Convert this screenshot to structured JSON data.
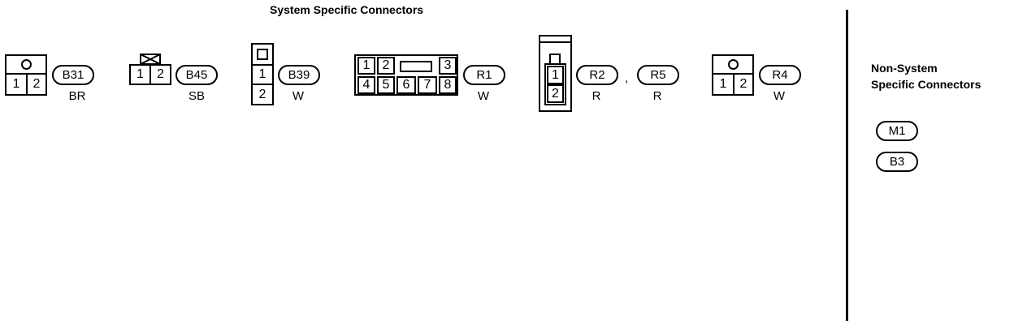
{
  "header": {
    "system_title": "System Specific Connectors",
    "non_system_line1": "Non-System",
    "non_system_line2": "Specific Connectors"
  },
  "connectors": [
    {
      "id": "B31",
      "color": "BR",
      "pins": [
        "1",
        "2"
      ]
    },
    {
      "id": "B45",
      "color": "SB",
      "pins": [
        "1",
        "2"
      ]
    },
    {
      "id": "B39",
      "color": "W",
      "pins": [
        "1",
        "2"
      ]
    },
    {
      "id": "R1",
      "color": "W",
      "pins": [
        "1",
        "2",
        "3",
        "4",
        "5",
        "6",
        "7",
        "8"
      ]
    },
    {
      "id": "R2",
      "color": "R",
      "pins": [
        "1",
        "2"
      ]
    },
    {
      "id": "R5",
      "color": "R"
    },
    {
      "id": "R4",
      "color": "W",
      "pins": [
        "1",
        "2"
      ]
    }
  ],
  "separator": ",",
  "non_system_connectors": [
    "M1",
    "B3"
  ]
}
